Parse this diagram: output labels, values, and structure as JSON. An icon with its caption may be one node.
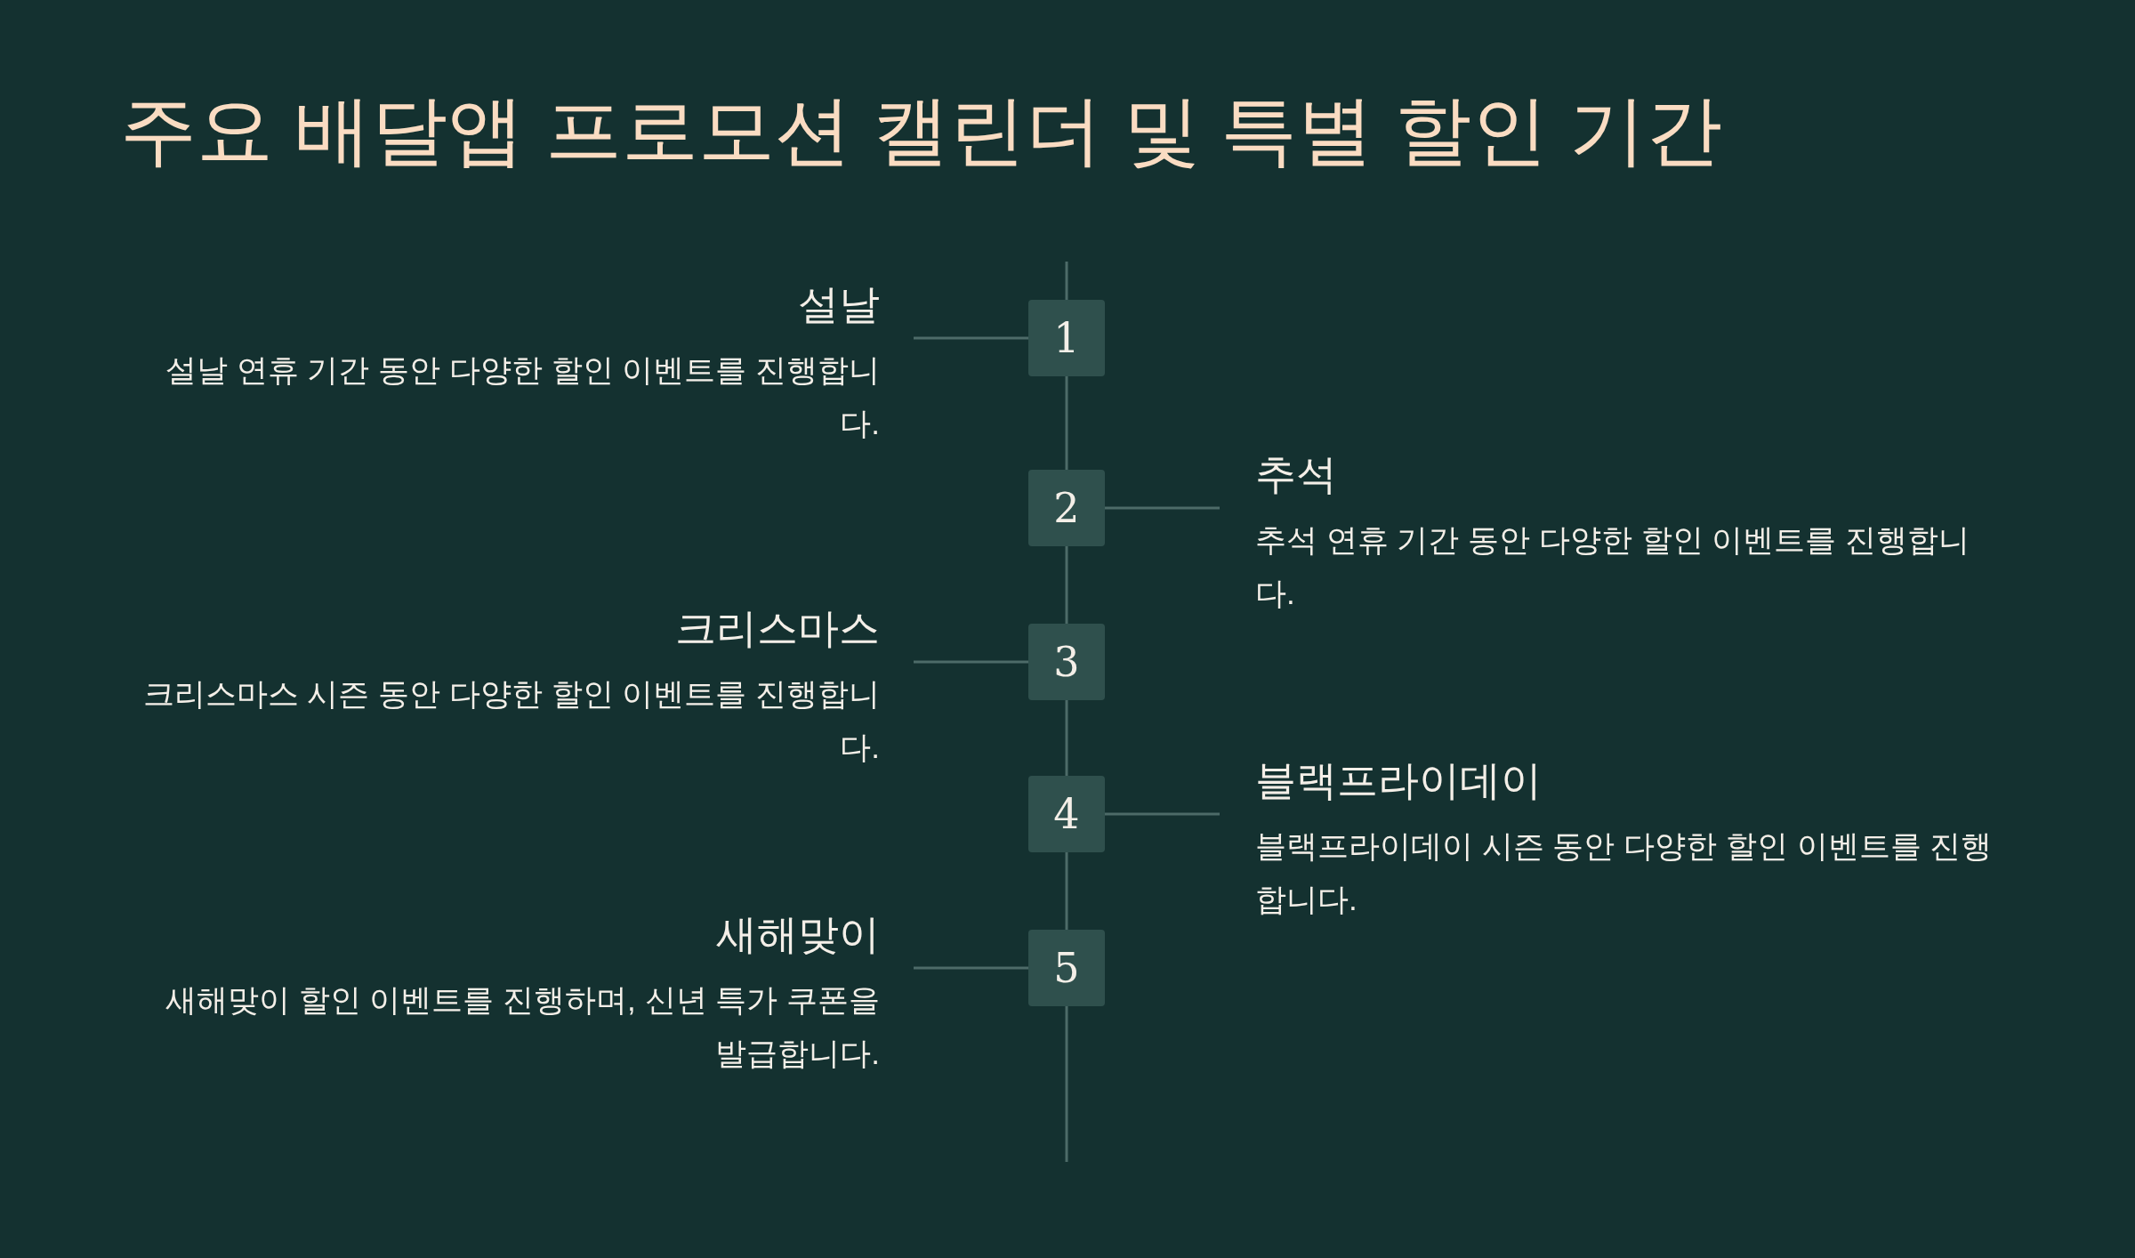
{
  "diagram": {
    "title": "주요 배달앱 프로모션 캘린더 및 특별 할인 기간",
    "nodes": [
      {
        "text": [
          "1"
        ]
      },
      {
        "text": [
          "설날",
          "설날 연휴 기간 동안 다양한 할인 이벤트를 진행합니다."
        ]
      },
      {
        "text": [
          "2"
        ]
      },
      {
        "text": [
          "추석",
          "추석 연휴 기간 동안 다양한 할인 이벤트를 진행합니다."
        ]
      },
      {
        "text": [
          "3"
        ]
      },
      {
        "text": [
          "크리스마스",
          "크리스마스 시즌 동안 다양한 할인 이벤트를 진행합니다."
        ]
      },
      {
        "text": [
          "4"
        ]
      },
      {
        "text": [
          "블랙프라이데이",
          "블랙프라이데이 시즌 동안 다양한 할인 이벤트를 진행합니다."
        ]
      },
      {
        "text": [
          "5"
        ]
      },
      {
        "text": [
          "새해맞이",
          "새해맞이 할인 이벤트를 진행하며, 신년 특가 쿠폰을 발급합니다."
        ]
      }
    ],
    "edges": [
      {
        "from": 0,
        "to": 1,
        "arrow": "none"
      },
      {
        "from": 2,
        "to": 3,
        "arrow": "none"
      },
      {
        "from": 4,
        "to": 5,
        "arrow": "none"
      },
      {
        "from": 6,
        "to": 7,
        "arrow": "none"
      },
      {
        "from": 8,
        "to": 9,
        "arrow": "none"
      }
    ]
  }
}
